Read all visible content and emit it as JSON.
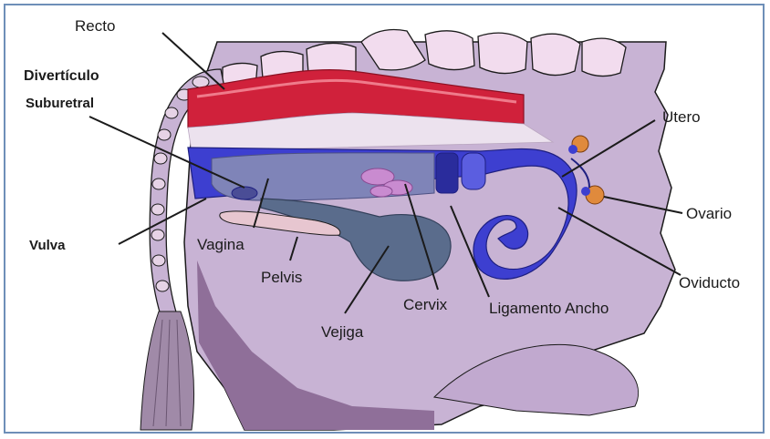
{
  "diagram": {
    "colors": {
      "body": "#c8b3d4",
      "body_dark": "#8f6f99",
      "rectum": "#d0213b",
      "tract_blue": "#3d3fd0",
      "vagina": "#7f84b8",
      "bladder": "#5a6c8c",
      "ovary": "#e08a3c",
      "outline": "#1b1b1b"
    },
    "labels": {
      "recto": "Recto",
      "diverticulo_line1": "Divertículo",
      "diverticulo_line2": "Suburetral",
      "vulva": "Vulva",
      "vagina": "Vagina",
      "pelvis": "Pelvis",
      "vejiga": "Vejiga",
      "cervix": "Cervix",
      "ligamento": "Ligamento Ancho",
      "utero": "Utero",
      "ovario": "Ovario",
      "oviducto": "Oviducto"
    }
  }
}
